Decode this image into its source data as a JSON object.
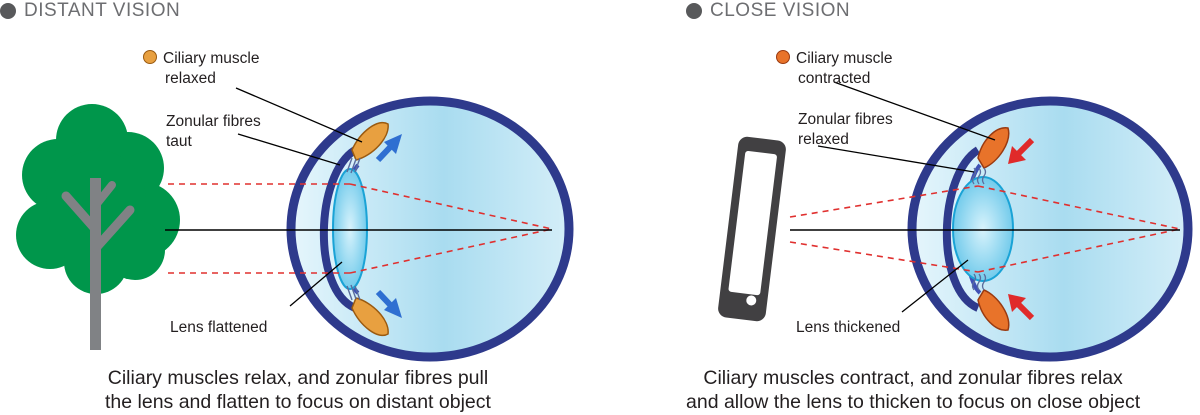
{
  "distant": {
    "heading": "DISTANT VISION",
    "label_muscle_1": "Ciliary muscle",
    "label_muscle_2": "relaxed",
    "label_zonular_1": "Zonular fibres",
    "label_zonular_2": "taut",
    "label_lens": "Lens flattened",
    "caption_1": "Ciliary muscles relax, and zonular fibres pull",
    "caption_2": "the lens and flatten to focus on distant object"
  },
  "close": {
    "heading": "CLOSE VISION",
    "label_muscle_1": "Ciliary muscle",
    "label_muscle_2": "contracted",
    "label_zonular_1": "Zonular fibres",
    "label_zonular_2": "relaxed",
    "label_lens": "Lens thickened",
    "caption_1": "Ciliary muscles contract, and zonular fibres relax",
    "caption_2": "and allow the lens to thicken to focus on close object"
  },
  "colors": {
    "eye_outline": "#2e3a8c",
    "eye_fill": "#bfe6f5",
    "lens": "#7fd3f0",
    "muscle": "#e8a040",
    "muscle_close": "#e8732a",
    "tree": "#00964b",
    "trunk": "#808285",
    "phone": "#414042",
    "ray": "#e0302f",
    "arrow_distant": "#2f6fd1",
    "arrow_close": "#e02a2a"
  }
}
